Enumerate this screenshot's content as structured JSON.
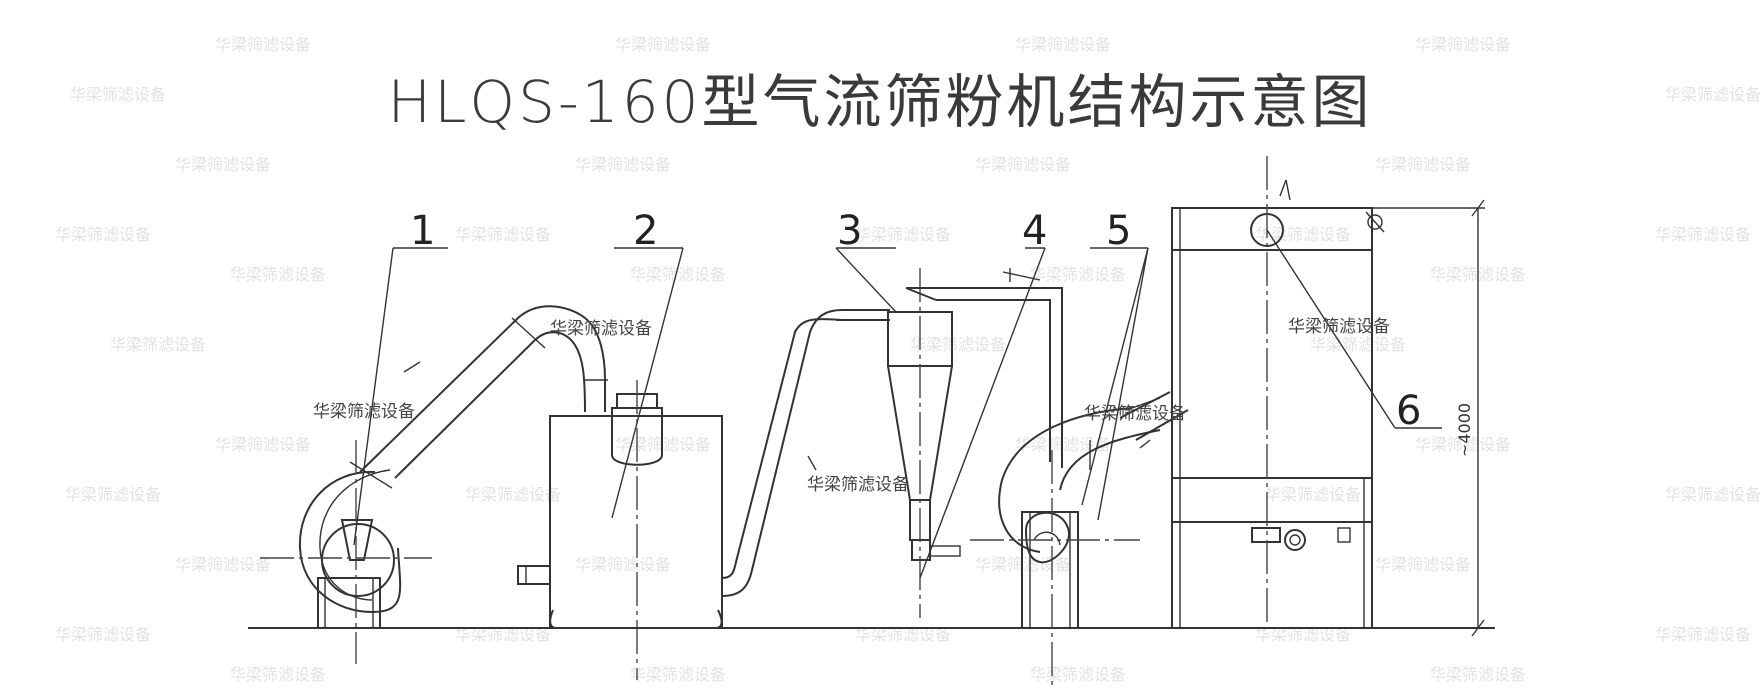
{
  "title": "HLQS-160型气流筛粉机结构示意图",
  "callouts": [
    "1",
    "2",
    "3",
    "4",
    "5",
    "6"
  ],
  "watermark_text": "华梁筛滤设备",
  "dimension_label": "~4000"
}
